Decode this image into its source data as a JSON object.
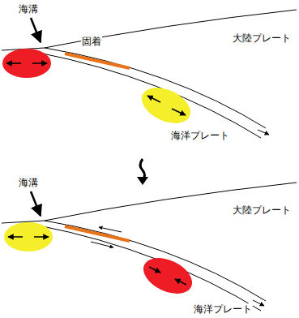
{
  "diagram": {
    "labels": [
      "海溝",
      "固着",
      "大陸プレート",
      "海洋プレート",
      "海溝",
      "大陸プレート",
      "海洋プレート"
    ]
  }
}
